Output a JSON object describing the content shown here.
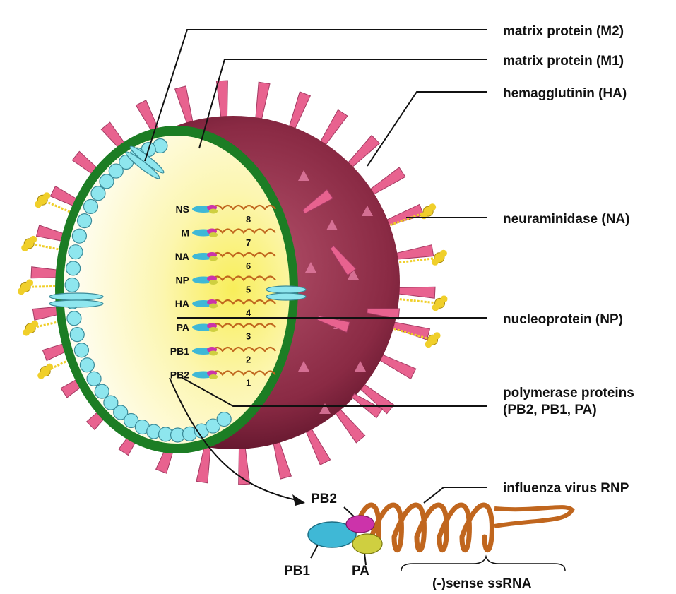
{
  "labels": {
    "m2": "matrix protein (M2)",
    "m1": "matrix protein (M1)",
    "ha": "hemagglutinin (HA)",
    "na": "neuraminidase (NA)",
    "np": "nucleoprotein (NP)",
    "polymerase_1": "polymerase proteins",
    "polymerase_2": "(PB2, PB1, PA)",
    "rnp": "influenza virus RNP",
    "pb2": "PB2",
    "pb1": "PB1",
    "pa": "PA",
    "ssrna": "(-)sense ssRNA"
  },
  "segments": [
    {
      "name": "NS",
      "number": "8"
    },
    {
      "name": "M",
      "number": "7"
    },
    {
      "name": "NA",
      "number": "6"
    },
    {
      "name": "NP",
      "number": "5"
    },
    {
      "name": "HA",
      "number": "4"
    },
    {
      "name": "PA",
      "number": "3"
    },
    {
      "name": "PB1",
      "number": "2"
    },
    {
      "name": "PB2",
      "number": "1"
    }
  ],
  "colors": {
    "envelope": "#1c7d24",
    "matrix": "#8ee6ee",
    "interior": "#fff9c8",
    "virion_surface": "#8a2a44",
    "hemagglutinin": "#e8628f",
    "neuraminidase": "#f0cf2a",
    "rna_helix": "#c0661e",
    "pb1": "#3fb8d6",
    "pb2": "#cc33aa",
    "pa": "#cfcf40"
  }
}
